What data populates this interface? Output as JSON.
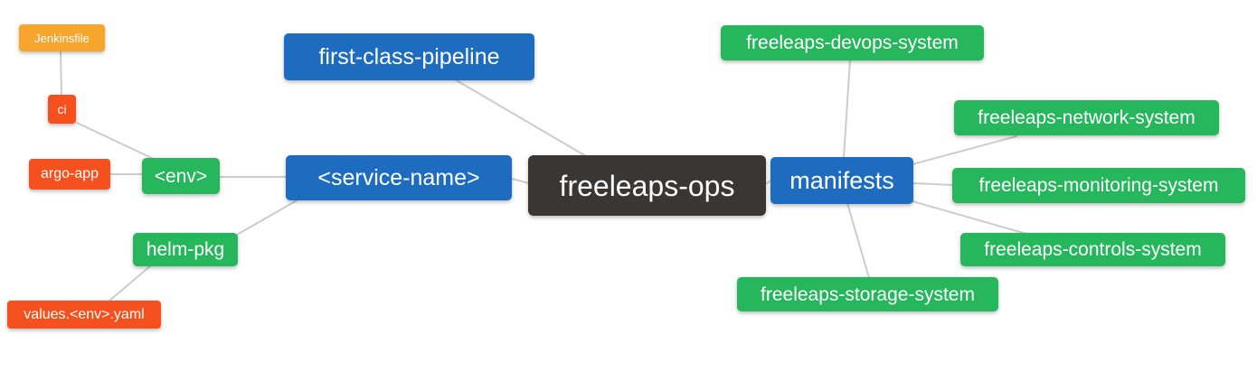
{
  "colors": {
    "canvas_bg": "#ffffff",
    "root_bg": "#3a3633",
    "branch_bg": "#1d6cc0",
    "leaf_bg": "#26b65c",
    "file_bg": "#f4511e",
    "jenkins_bg": "#f7a52c",
    "edge": "#cccccc",
    "text": "#ffffff"
  },
  "nodes": [
    {
      "id": "jenkinsfile",
      "label": "Jenkinsfile",
      "role": "jenkins"
    },
    {
      "id": "ci",
      "label": "ci",
      "role": "file"
    },
    {
      "id": "argo-app",
      "label": "argo-app",
      "role": "file"
    },
    {
      "id": "env",
      "label": "<env>",
      "role": "leaf"
    },
    {
      "id": "helm-pkg",
      "label": "helm-pkg",
      "role": "leaf"
    },
    {
      "id": "values-env-yaml",
      "label": "values.<env>.yaml",
      "role": "file"
    },
    {
      "id": "first-class-pipeline",
      "label": "first-class-pipeline",
      "role": "branch"
    },
    {
      "id": "service-name",
      "label": "<service-name>",
      "role": "branch"
    },
    {
      "id": "freeleaps-ops",
      "label": "freeleaps-ops",
      "role": "root"
    },
    {
      "id": "manifests",
      "label": "manifests",
      "role": "branch"
    },
    {
      "id": "freeleaps-devops-system",
      "label": "freeleaps-devops-system",
      "role": "leaf"
    },
    {
      "id": "freeleaps-network-system",
      "label": "freeleaps-network-system",
      "role": "leaf"
    },
    {
      "id": "freeleaps-monitoring-system",
      "label": "freeleaps-monitoring-system",
      "role": "leaf"
    },
    {
      "id": "freeleaps-controls-system",
      "label": "freeleaps-controls-system",
      "role": "leaf"
    },
    {
      "id": "freeleaps-storage-system",
      "label": "freeleaps-storage-system",
      "role": "leaf"
    }
  ],
  "edges": [
    {
      "from": "jenkinsfile",
      "to": "ci"
    },
    {
      "from": "ci",
      "to": "env"
    },
    {
      "from": "argo-app",
      "to": "env"
    },
    {
      "from": "env",
      "to": "service-name"
    },
    {
      "from": "service-name",
      "to": "helm-pkg"
    },
    {
      "from": "helm-pkg",
      "to": "values-env-yaml"
    },
    {
      "from": "first-class-pipeline",
      "to": "freeleaps-ops"
    },
    {
      "from": "service-name",
      "to": "freeleaps-ops"
    },
    {
      "from": "freeleaps-ops",
      "to": "manifests"
    },
    {
      "from": "manifests",
      "to": "freeleaps-devops-system"
    },
    {
      "from": "manifests",
      "to": "freeleaps-network-system"
    },
    {
      "from": "manifests",
      "to": "freeleaps-monitoring-system"
    },
    {
      "from": "manifests",
      "to": "freeleaps-controls-system"
    },
    {
      "from": "manifests",
      "to": "freeleaps-storage-system"
    }
  ]
}
